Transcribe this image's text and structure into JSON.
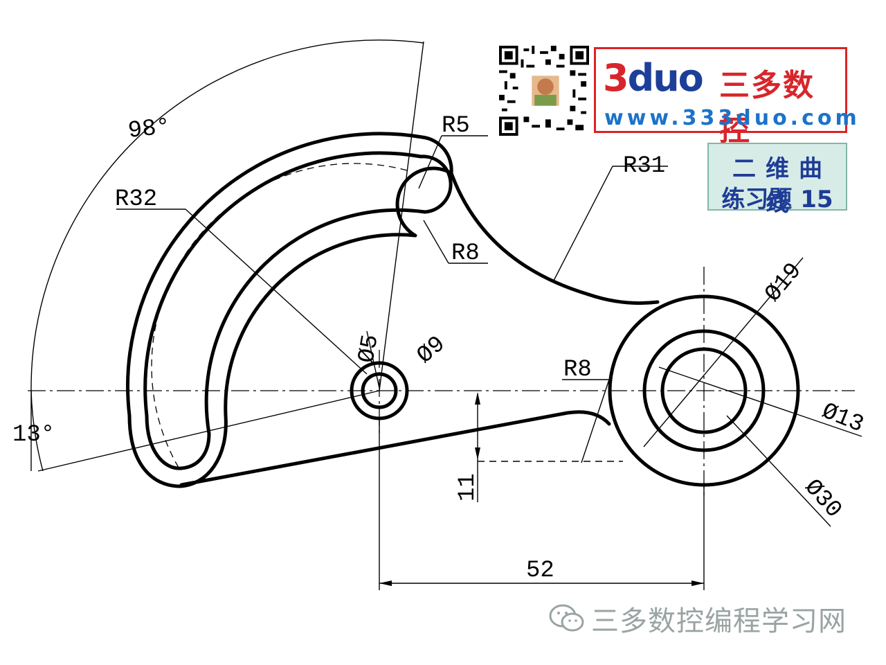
{
  "brand": {
    "logo_part1": "3",
    "logo_part2": "duo",
    "name_cn": "三多数控",
    "url": "www.333duo.com",
    "colors": {
      "red": "#d7262b",
      "blue": "#1b73c9",
      "navy": "#1e3c96"
    }
  },
  "title": {
    "line1": "二维曲线",
    "line2": "练习题 15"
  },
  "watermark": {
    "icon": "wechat-icon",
    "text": "三多数控编程学习网"
  },
  "qr": {
    "icon": "qr-code-icon"
  },
  "dimensions": {
    "angle_98": "98°",
    "angle_13": "13°",
    "r32": "R32",
    "r5": "R5",
    "r8_top": "R8",
    "r31": "R31",
    "r8_bottom": "R8",
    "d5": "Ø5",
    "d9": "Ø9",
    "d19": "Ø19",
    "d13": "Ø13",
    "d30": "Ø30",
    "len_11": "11",
    "len_52": "52"
  }
}
